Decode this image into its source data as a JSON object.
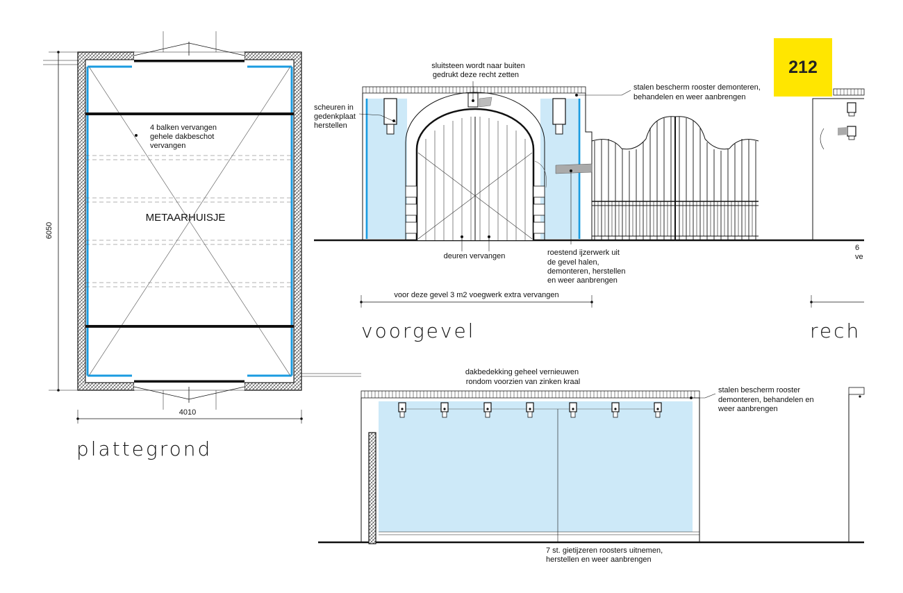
{
  "sheet_number": "212",
  "titles": {
    "plan": "plattegrond",
    "front": "voorgevel",
    "right": "rech"
  },
  "plan": {
    "room_name": "METAARHUISJE",
    "dim_height": "6050",
    "dim_width": "4010",
    "note_beams": [
      "4 balken vervangen",
      "gehele dakbeschot",
      "vervangen"
    ]
  },
  "front": {
    "note_keystone": [
      "sluitsteen wordt naar buiten",
      "gedrukt deze recht zetten"
    ],
    "note_cracks": [
      "scheuren in",
      "gedenkplaat",
      "herstellen"
    ],
    "note_grille": [
      "stalen bescherm rooster demonteren,",
      "behandelen en weer aanbrengen"
    ],
    "note_doors": "deuren vervangen",
    "note_ironwork": [
      "roestend ijzerwerk uit",
      "de gevel halen,",
      "demonteren, herstellen",
      "en weer aanbrengen"
    ],
    "note_pointing": "voor deze gevel 3 m2 voegwerk extra vervangen"
  },
  "right_partial": {
    "frag1": "6",
    "frag2": "ve"
  },
  "side": {
    "note_roof": [
      "dakbedekking geheel vernieuwen",
      "rondom voorzien van zinken kraal"
    ],
    "note_grille": [
      "stalen bescherm rooster",
      "demonteren, behandelen en",
      "weer aanbrengen"
    ],
    "note_vents": [
      "7 st. gietijzeren roosters uitnemen,",
      "herstellen en weer aanbrengen"
    ]
  },
  "colors": {
    "badge": "#ffe600",
    "blue_line": "#1a9be0",
    "blue_fill": "#cde9f8"
  }
}
